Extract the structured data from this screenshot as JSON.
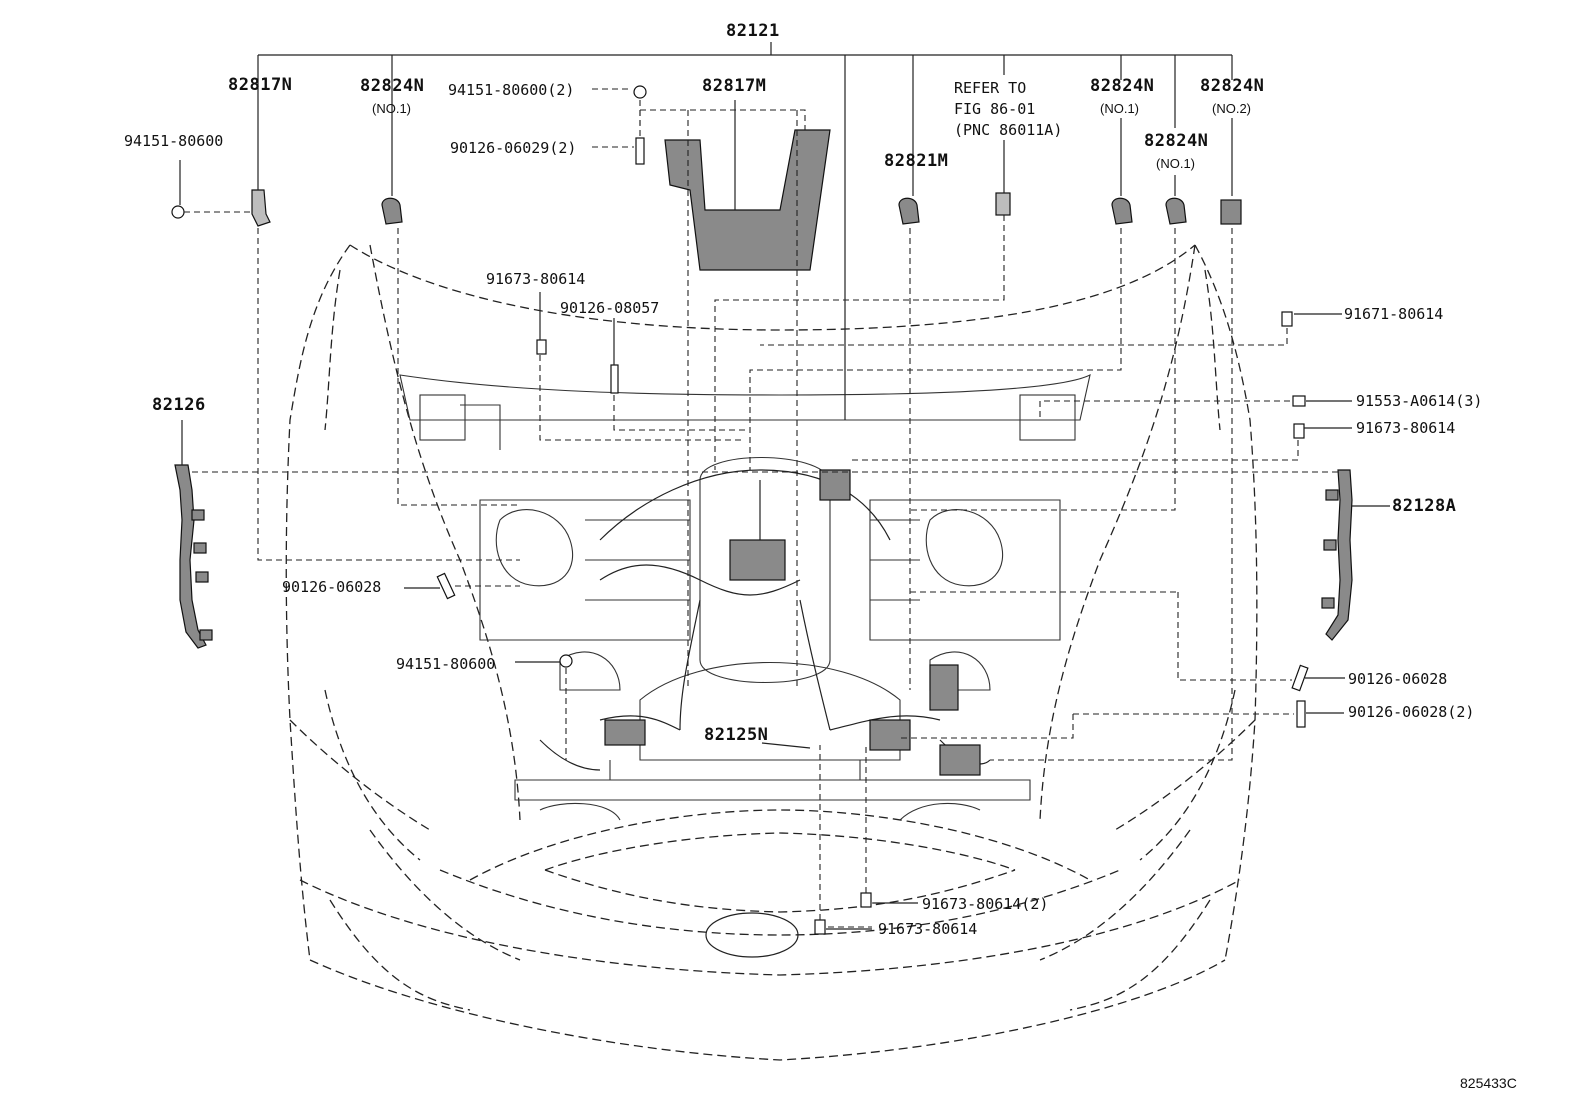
{
  "diagram": {
    "top_label": "82121",
    "figure_code": "825433C",
    "parts": {
      "p82817N": "82817N",
      "p82824N_a": "82824N",
      "p82824N_a_note": "(NO.1)",
      "p82817M": "82817M",
      "p82821M": "82821M",
      "p82824N_b": "82824N",
      "p82824N_b_note": "(NO.1)",
      "p82824N_c": "82824N",
      "p82824N_c_note": "(NO.1)",
      "p82824N_d": "82824N",
      "p82824N_d_note": "(NO.2)",
      "p82126": "82126",
      "p82128A": "82128A",
      "p82125N": "82125N"
    },
    "refer": {
      "line1": "REFER TO",
      "line2": "FIG 86-01",
      "line3": "(PNC 86011A)"
    },
    "hardware": {
      "h94151_80600_2": "94151-80600(2)",
      "h90126_06029_2": "90126-06029(2)",
      "h94151_80600_left": "94151-80600",
      "h91673_80614_top": "91673-80614",
      "h90126_08057": "90126-08057",
      "h91671_80614": "91671-80614",
      "h91553_A0614_3": "91553-A0614(3)",
      "h91673_80614_right": "91673-80614",
      "h90126_06028_left": "90126-06028",
      "h94151_80600_mid": "94151-80600",
      "h90126_06028_right": "90126-06028",
      "h90126_06028_2": "90126-06028(2)",
      "h91673_80614_2": "91673-80614(2)",
      "h91673_80614_bottom": "91673-80614"
    }
  }
}
